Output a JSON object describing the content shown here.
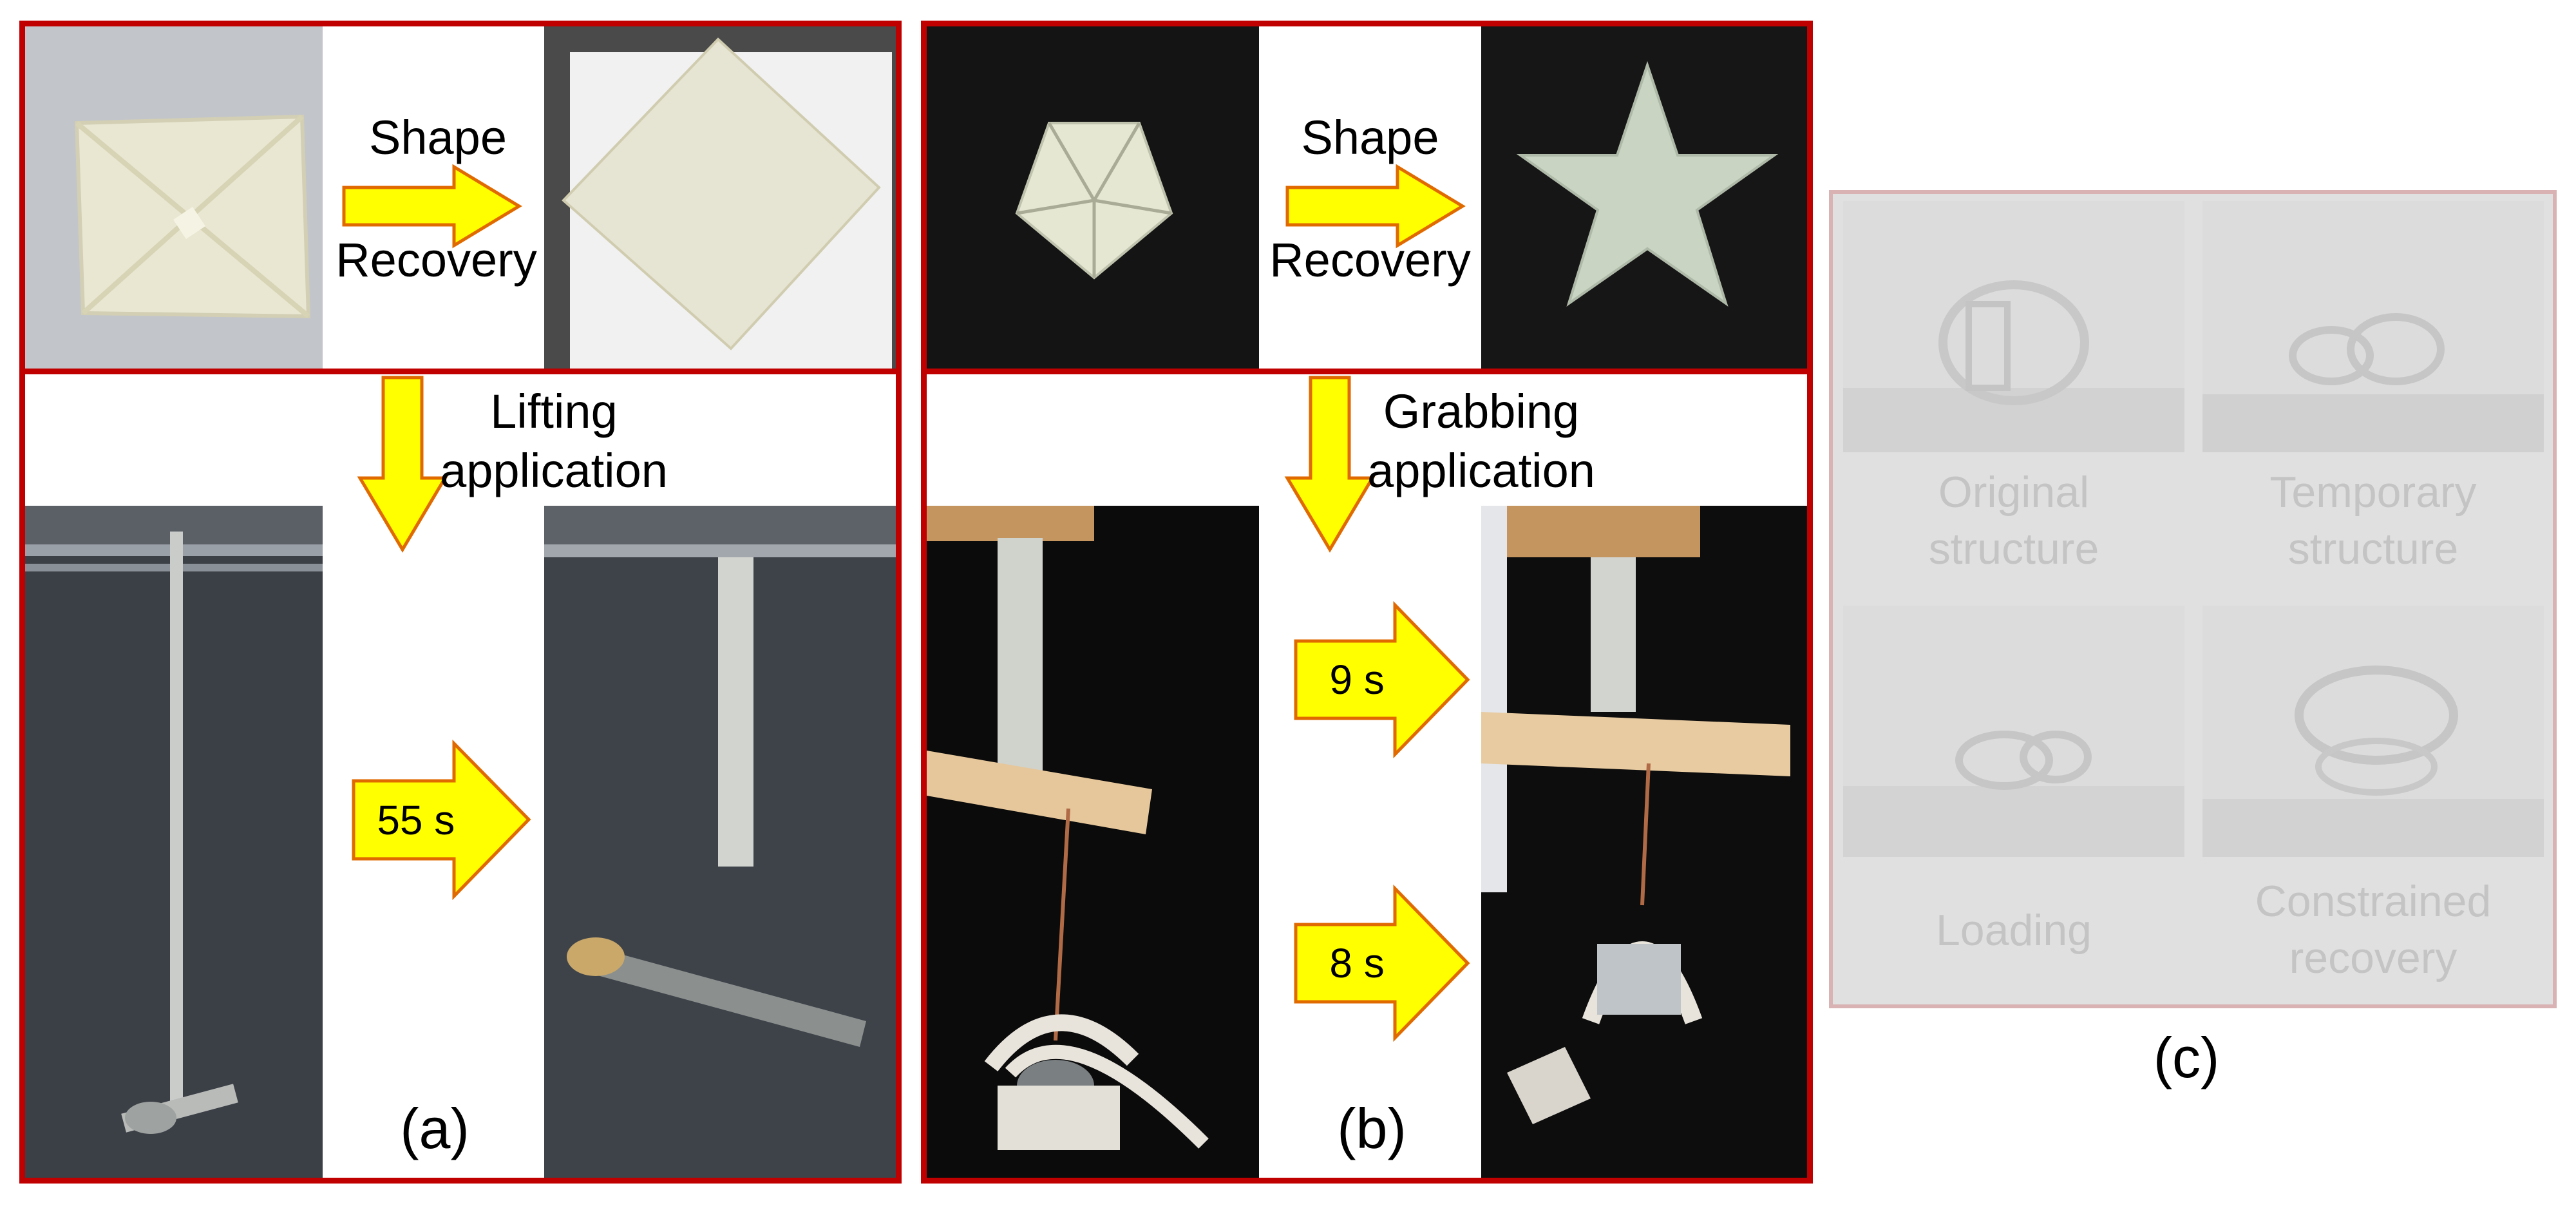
{
  "panel_a": {
    "top_arrow_label_1": "Shape",
    "top_arrow_label_2": "Recovery",
    "down_arrow_label_1": "Lifting",
    "down_arrow_label_2": "application",
    "time_label": "55 s",
    "panel_label": "(a)"
  },
  "panel_b": {
    "top_arrow_label_1": "Shape",
    "top_arrow_label_2": "Recovery",
    "down_arrow_label_1": "Grabbing",
    "down_arrow_label_2": "application",
    "time_label_1": "9 s",
    "time_label_2": "8 s",
    "panel_label": "(b)"
  },
  "panel_c": {
    "cells": [
      {
        "label_1": "Original",
        "label_2": "structure"
      },
      {
        "label_1": "Temporary",
        "label_2": "structure"
      },
      {
        "label_1": "Loading",
        "label_2": ""
      },
      {
        "label_1": "Constrained",
        "label_2": "recovery"
      }
    ],
    "panel_label": "(c)"
  },
  "colors": {
    "frame": "#c00000",
    "arrow_fill": "#ffff00",
    "arrow_stroke": "#e06a00"
  }
}
